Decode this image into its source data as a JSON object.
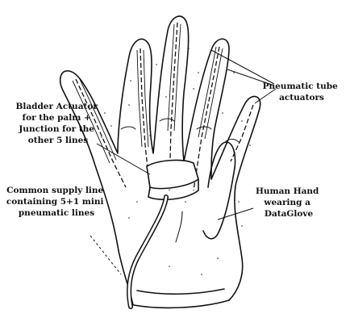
{
  "labels": {
    "pneumatic_tube": [
      "Pneumatic tube",
      "actuators"
    ],
    "bladder": [
      "Bladder Actuator",
      "for the palm +",
      "Junction for the",
      "other 5 lines"
    ],
    "common_supply": [
      "Common supply line",
      "containing 5+1 mini",
      "pneumatic lines"
    ],
    "human_hand": [
      "Human Hand",
      "wearing a",
      "DataGlove"
    ]
  },
  "colors": {
    "ink": "#111111",
    "paper": "#ffffff"
  }
}
